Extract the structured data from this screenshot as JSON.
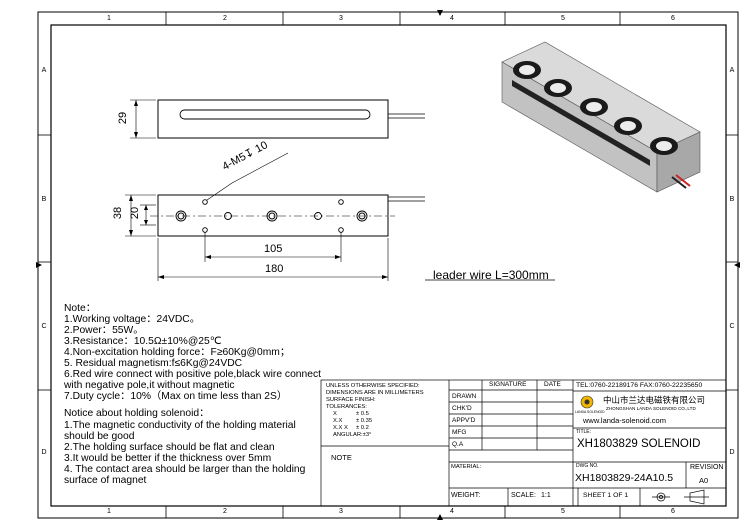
{
  "border": {
    "zones_top": [
      "1",
      "2",
      "3",
      "4",
      "5",
      "6"
    ],
    "zones_bottom": [
      "1",
      "2",
      "3",
      "4",
      "5",
      "6"
    ],
    "zones_side": [
      "A",
      "B",
      "C",
      "D"
    ]
  },
  "drawing": {
    "dim_29": "29",
    "dim_38": "38",
    "dim_20": "20",
    "dim_105": "105",
    "dim_180": "180",
    "thread_callout": "4-M5↧ 10",
    "leader_wire": "leader wire L=300mm"
  },
  "notes": {
    "heading": "Note：",
    "lines": [
      "1.Working voltage：24VDC。",
      "2.Power：55W。",
      "3.Resistance：10.5Ω±10%@25℃",
      "4.Non-excitation holding force：F≥60Kg@0mm；",
      "5. Residual magnetism:f≤6Kg@24VDC",
      "6.Red wire connect with positive pole,black wire connect",
      "with negative pole,it without magnetic",
      "7.Duty cycle：10%（Max on time less than 2S）"
    ],
    "holding_heading": "Notice about holding solenoid：",
    "holding_lines": [
      "1.The magnetic conductivity of the holding material",
      "should be good",
      "2.The holding surface should be flat and clean",
      "3.It would be better if the thickness over 5mm",
      "4. The contact area should be larger than the holding",
      "surface of magnet"
    ]
  },
  "title_block": {
    "tolerance_lines": [
      "UNLESS OTHERWISE SPECIFIED:",
      "DIMENSIONS ARE IN MILLIMETERS",
      "SURFACE FINISH:",
      "TOLERANCES:"
    ],
    "tol_rows": [
      [
        "X",
        "± 0.5"
      ],
      [
        "X.X",
        "± 0.35"
      ],
      [
        "X.X X",
        "± 0.2"
      ]
    ],
    "angular": "ANGULAR:±3°",
    "note_label": "NOTE",
    "signature_label": "SIGNATURE",
    "date_label": "DATE",
    "roles": [
      "DRAWN",
      "CHK'D",
      "APPV'D",
      "MFG",
      "Q.A"
    ],
    "tel": "TEL:0760-22189176  FAX:0760-22235650",
    "company_cn": "中山市兰达电磁铁有限公司",
    "company_en": "ZHONGSHAN LANDA SOLENOID CO.,LTD",
    "logo_text": "LANDA SOLENOID",
    "website": "www.landa-solenoid.com",
    "title_label": "TITLE:",
    "title": "XH1803829  SOLENOID",
    "material_label": "MATERIAL:",
    "dwg_label": "DWG NO.",
    "dwg_no": "XH1803829-24A10.5",
    "revision_label": "REVISION",
    "revision": "A0",
    "weight_label": "WEIGHT:",
    "scale_label": "SCALE:",
    "scale": "1:1",
    "sheet": "SHEET 1 OF 1"
  },
  "colors": {
    "line": "#000000",
    "body_fill": "#ffffff",
    "wire_red": "#cc2222",
    "iso_top": "#d9d9d9",
    "iso_side": "#a9a9a9",
    "iso_front": "#c4c4c4",
    "coil_black": "#1a1a1a"
  }
}
